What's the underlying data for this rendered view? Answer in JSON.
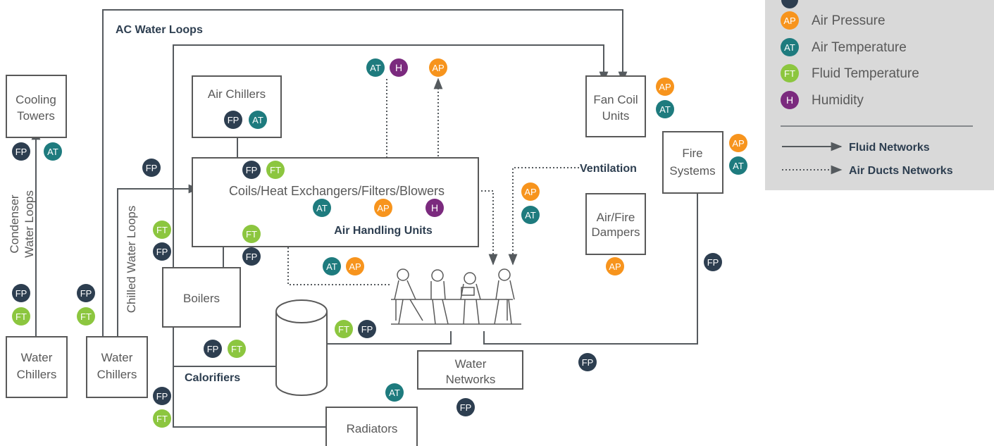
{
  "colors": {
    "line": "#555a5e",
    "box_stroke": "#595959",
    "text": "#595959",
    "bold_text": "#2d3e50",
    "legend_bg": "#d9d9d9",
    "FP": "#2d3e50",
    "AP": "#f7941d",
    "AT": "#1e7b7e",
    "FT": "#8cc63f",
    "H": "#7b2a7e"
  },
  "labels": {
    "ac_water_loops": "AC Water Loops",
    "condenser_1": "Condenser",
    "condenser_2": "Water Loops",
    "chilled_water_loops": "Chilled Water Loops",
    "ventilation": "Ventilation",
    "air_handling_units": "Air Handling Units",
    "calorifiers": "Calorifiers",
    "coils": "Coils/Heat Exchangers/Filters/Blowers"
  },
  "boxes": {
    "cooling_towers": [
      "Cooling",
      "Towers"
    ],
    "air_chillers": [
      "Air Chillers"
    ],
    "fan_coil_units": [
      "Fan Coil",
      "Units"
    ],
    "fire_systems": [
      "Fire",
      "Systems"
    ],
    "air_fire_dampers": [
      "Air/Fire",
      "Dampers"
    ],
    "boilers": [
      "Boilers"
    ],
    "water_chillers_left": [
      "Water",
      "Chillers"
    ],
    "water_chillers_right": [
      "Water",
      "Chillers"
    ],
    "water_networks": [
      "Water",
      "Networks"
    ],
    "radiators": [
      "Radiators"
    ]
  },
  "legend": {
    "items": [
      {
        "code": "AP",
        "label": "Air Pressure"
      },
      {
        "code": "AT",
        "label": "Air Temperature"
      },
      {
        "code": "FT",
        "label": "Fluid Temperature"
      },
      {
        "code": "H",
        "label": "Humidity"
      }
    ],
    "fluid_networks": "Fluid Networks",
    "air_ducts_networks": "Air Ducts Networks"
  }
}
